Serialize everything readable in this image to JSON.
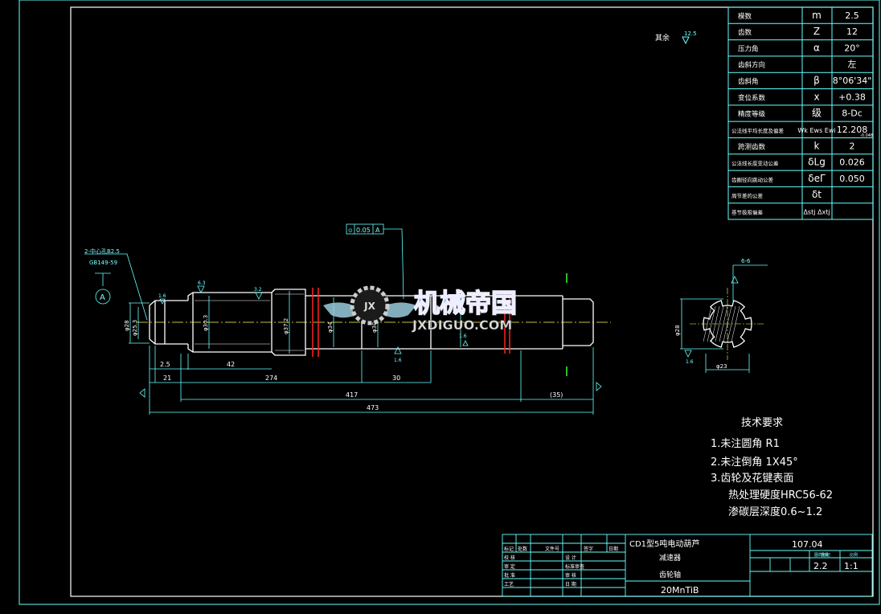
{
  "param_table": [
    {
      "name": "模数",
      "symbol": "m",
      "value": "2.5"
    },
    {
      "name": "齿数",
      "symbol": "Z",
      "value": "12"
    },
    {
      "name": "压力角",
      "symbol": "α",
      "value": "20°"
    },
    {
      "name": "齿斜方向",
      "symbol": "",
      "value": "左"
    },
    {
      "name": "齿斜角",
      "symbol": "β",
      "value": "8°06'34\""
    },
    {
      "name": "变位系数",
      "symbol": "x",
      "value": "+0.38"
    },
    {
      "name": "精度等级",
      "symbol": "级",
      "value": "8-Dc"
    },
    {
      "name": "公法线平均长度及偏差",
      "symbol": "Wk Ews Ewi",
      "value": "12.208"
    },
    {
      "name": "跨测齿数",
      "symbol": "k",
      "value": "2"
    },
    {
      "name": "公法线长度变动公差",
      "symbol": "δLg",
      "value": "0.026"
    },
    {
      "name": "齿圈径向跳动公差",
      "symbol": "δeΓ",
      "value": "0.050"
    },
    {
      "name": "周节差的公差",
      "symbol": "δt",
      "value": ""
    },
    {
      "name": "基节极限偏差",
      "symbol": "Δstj Δxtj",
      "value": ""
    }
  ],
  "sub_tolerance": "-0.048",
  "surface_note": {
    "label": "其余",
    "value": "12.5"
  },
  "tolerance_frame": {
    "symbol": "⊙",
    "value": "0.05",
    "datum": "A"
  },
  "center_hole": {
    "line1": "2-中心孔B2.5",
    "line2": "GB149-59"
  },
  "datum_label": "A",
  "dimensions": {
    "d1": "2.5",
    "d2": "21",
    "d3": "42",
    "d4": "274",
    "d5": "30",
    "d6": "417",
    "d7": "(35)",
    "d8": "473",
    "dia1": "φ28",
    "dia2": "φ25.3",
    "dia3": "φ30.3",
    "dia4": "φ37.2",
    "dia5": "φ34",
    "dia6": "φ30",
    "rough1": "1.6",
    "rough2": "6.3",
    "rough3": "3.2",
    "rough4": "1.6",
    "rough5": "1.6",
    "spline_top": "6-6",
    "spline_dia1": "φ28",
    "spline_dia2": "φ23",
    "spline_rough": "1.6"
  },
  "watermark": {
    "title": "机械帝国",
    "sub": "JXDIGUO.COM",
    "badge": "JX"
  },
  "tech_requirements": {
    "title": "技术要求",
    "items": [
      "1.未注圆角 R1",
      "2.未注倒角 1X45°",
      "3.齿轮及花键表面",
      "热处理硬度HRC56-62",
      "渗碳层深度0.6~1.2"
    ]
  },
  "title_block": {
    "headers": [
      "标记",
      "处数",
      "文件号",
      "签字",
      "日期"
    ],
    "rows": [
      "校 核",
      "设 计",
      "审 定",
      "标准审查",
      "批 准",
      "审 核",
      "工艺",
      "日 期"
    ],
    "title1": "CD1型5吨电动葫芦",
    "title2": "减速器",
    "title3": "齿轮轴",
    "material": "20MnTiB",
    "drawing_no": "107.04",
    "small_headers": [
      "图样标记",
      "重量",
      "比例"
    ],
    "weight": "2.2",
    "scale": "1:1"
  },
  "colors": {
    "frame": "#ffffff",
    "cyan": "#66ffff",
    "green": "#33ff33",
    "red": "#ff2222",
    "yellow": "#ffff55"
  }
}
